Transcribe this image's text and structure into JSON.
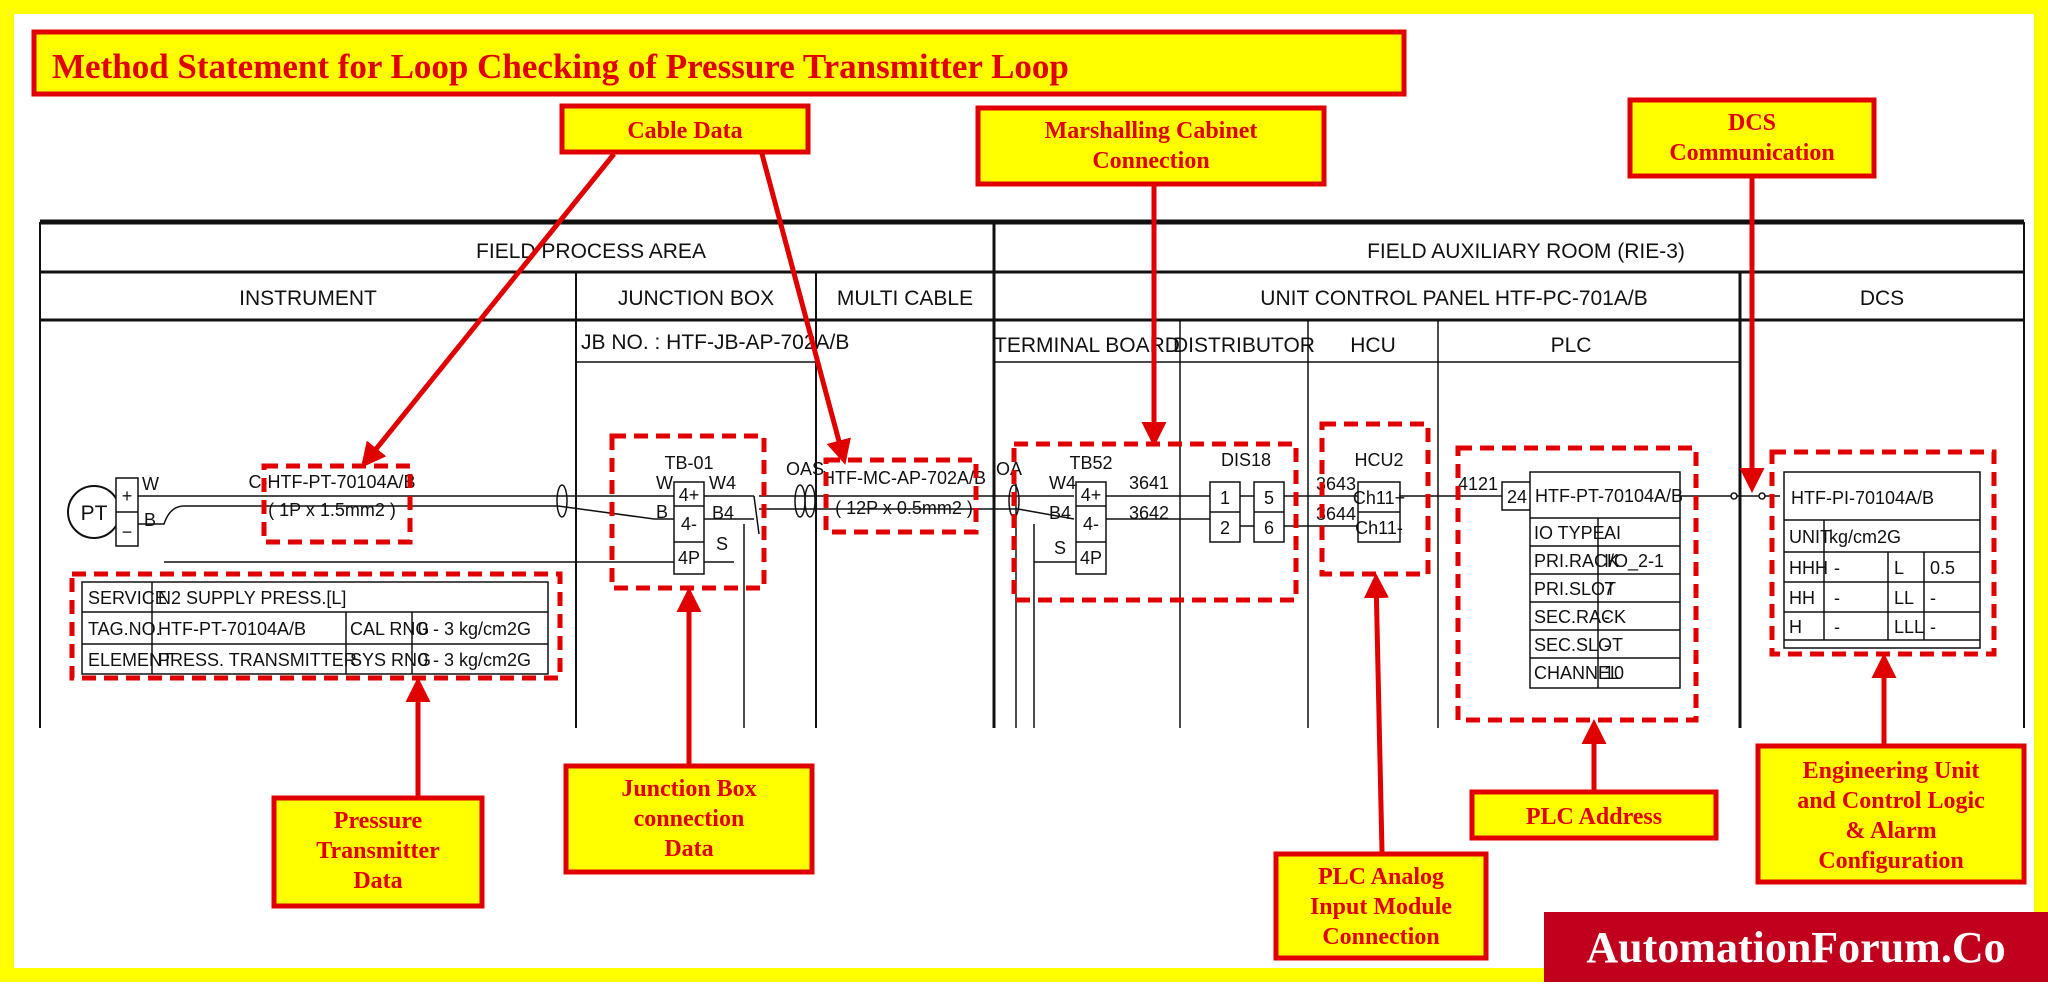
{
  "title": "Method Statement for Loop Checking of Pressure Transmitter Loop",
  "headers": {
    "field_process_area": "FIELD PROCESS AREA",
    "field_auxiliary_room": "FIELD AUXILIARY ROOM    (RIE-3)",
    "instrument": "INSTRUMENT",
    "junction_box": "JUNCTION BOX",
    "multi_cable": "MULTI CABLE",
    "unit_control_panel": "UNIT CONTROL PANEL      HTF-PC-701A/B",
    "dcs": "DCS",
    "jb_no": "JB NO. :  HTF-JB-AP-702A/B",
    "terminal_board": "TERMINAL BOARD",
    "distributor": "DISTRIBUTOR",
    "hcu": "HCU",
    "plc": "PLC"
  },
  "instrument": {
    "symbol": "PT",
    "plus": "+",
    "minus": "−",
    "wire_w": "W",
    "wire_b": "B",
    "cable_tag": "C-HTF-PT-70104A/B",
    "cable_spec": "( 1P x 1.5mm2 )",
    "table": [
      [
        "SERVICE",
        "N2 SUPPLY PRESS.[L]",
        "",
        ""
      ],
      [
        "TAG.NO.",
        "HTF-PT-70104A/B",
        "CAL RNG",
        "0  -  3  kg/cm2G"
      ],
      [
        "ELEMENT",
        "PRESS. TRANSMITTER",
        "SYS RNG",
        "0  -  3  kg/cm2G"
      ]
    ]
  },
  "junction_box": {
    "tb": "TB-01",
    "left_w": "W",
    "left_b": "B",
    "right_w": "W4",
    "right_b": "B4",
    "right_s": "S",
    "t1": "4+",
    "t2": "4-",
    "t3": "4P",
    "oas": "OAS"
  },
  "multi_cable": {
    "tag": "HTF-MC-AP-702A/B",
    "spec": "( 12P x 0.5mm2 )",
    "oa": "OA"
  },
  "terminal_board": {
    "tb": "TB52",
    "w": "W4",
    "b": "B4",
    "s": "S",
    "t1": "4+",
    "t2": "4-",
    "t3": "4P",
    "n1": "3641",
    "n2": "3642"
  },
  "distributor": {
    "name": "DIS18",
    "t1": "1",
    "t2": "2",
    "t5": "5",
    "t6": "6",
    "n1": "3643",
    "n2": "3644"
  },
  "hcu": {
    "name": "HCU2",
    "ch1": "Ch11+",
    "ch2": "Ch11-"
  },
  "plc": {
    "wire": "4121",
    "num": "24",
    "tag": "HTF-PT-70104A/B",
    "rows": [
      [
        "IO TYPE",
        "AI"
      ],
      [
        "PRI.RACK",
        "I/O_2-1"
      ],
      [
        "PRI.SLOT",
        "7"
      ],
      [
        "SEC.RACK",
        "-"
      ],
      [
        "SEC.SLOT",
        "-"
      ],
      [
        "CHANNEL",
        "10"
      ]
    ]
  },
  "dcs": {
    "tag": "HTF-PI-70104A/B",
    "unit_label": "UNIT",
    "unit_value": "kg/cm2G",
    "alarms": [
      [
        "HHH",
        "-",
        "L",
        "0.5"
      ],
      [
        "HH",
        "-",
        "LL",
        "-"
      ],
      [
        "H",
        "-",
        "LLL",
        "-"
      ]
    ]
  },
  "callouts": {
    "cable_data": "Cable Data",
    "marshalling": [
      "Marshalling Cabinet",
      "Connection"
    ],
    "dcs_comm": [
      "DCS",
      "Communication"
    ],
    "pt_data": [
      "Pressure",
      "Transmitter",
      "Data"
    ],
    "jb_data": [
      "Junction Box",
      "connection",
      "Data"
    ],
    "plc_ai": [
      "PLC Analog",
      "Input Module",
      "Connection"
    ],
    "plc_address": "PLC Address",
    "eng_unit": [
      "Engineering Unit",
      "and Control Logic",
      "& Alarm",
      "Configuration"
    ]
  },
  "watermark": "AutomationForum.Co",
  "colors": {
    "accent_red": "#e00000",
    "callout_yellow": "#ffff00",
    "watermark_bg": "#c0001c"
  }
}
